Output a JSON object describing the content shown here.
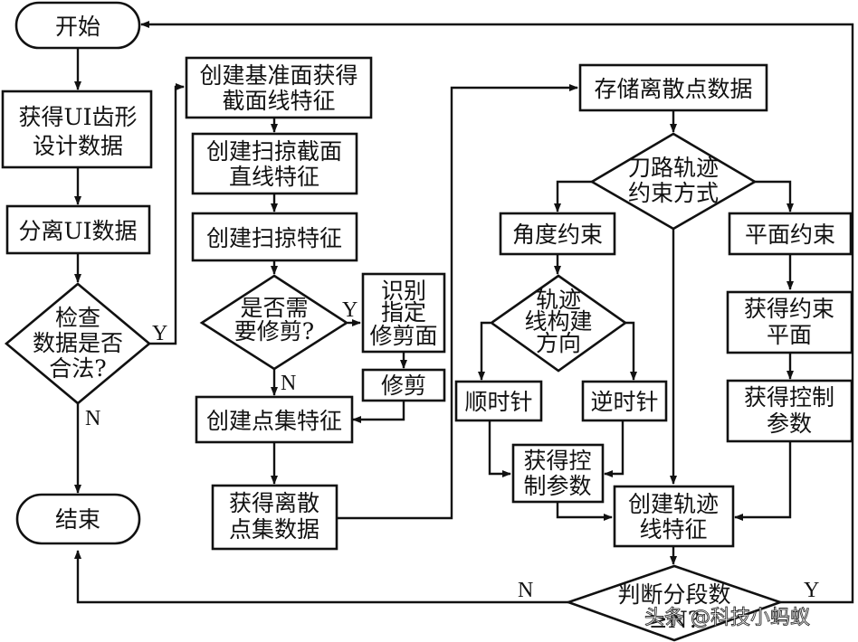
{
  "diagram": {
    "type": "flowchart",
    "colors": {
      "line": "#111111",
      "background": "#ffffff"
    },
    "nodes": {
      "start": {
        "shape": "terminal",
        "lines": [
          "开始"
        ]
      },
      "get_design": {
        "shape": "process",
        "lines": [
          "获得UI齿形",
          "设计数据"
        ]
      },
      "separate": {
        "shape": "process",
        "lines": [
          "分离UI数据"
        ]
      },
      "check_valid": {
        "shape": "decision",
        "lines": [
          "检查",
          "数据是否",
          "合法?"
        ]
      },
      "end": {
        "shape": "terminal",
        "lines": [
          "结束"
        ]
      },
      "datum_plane": {
        "shape": "process",
        "lines": [
          "创建基准面获得",
          "截面线特征"
        ]
      },
      "sweep_line": {
        "shape": "process",
        "lines": [
          "创建扫掠截面",
          "直线特征"
        ]
      },
      "sweep_feature": {
        "shape": "process",
        "lines": [
          "创建扫掠特征"
        ]
      },
      "need_trim": {
        "shape": "decision",
        "lines": [
          "是否需",
          "要修剪?"
        ]
      },
      "identify_face": {
        "shape": "process",
        "lines": [
          "识别",
          "指定",
          "修剪面"
        ]
      },
      "trim": {
        "shape": "process",
        "lines": [
          "修剪"
        ]
      },
      "point_set": {
        "shape": "process",
        "lines": [
          "创建点集特征"
        ]
      },
      "discrete_points": {
        "shape": "process",
        "lines": [
          "获得离散",
          "点集数据"
        ]
      },
      "store_points": {
        "shape": "process",
        "lines": [
          "存储离散点数据"
        ]
      },
      "constraint_mode": {
        "shape": "decision",
        "lines": [
          "刀路轨迹",
          "约束方式"
        ]
      },
      "angle_constraint": {
        "shape": "process",
        "lines": [
          "角度约束"
        ]
      },
      "plane_constraint": {
        "shape": "process",
        "lines": [
          "平面约束"
        ]
      },
      "direction": {
        "shape": "decision",
        "lines": [
          "轨迹",
          "线构建",
          "方向"
        ]
      },
      "clockwise": {
        "shape": "process",
        "lines": [
          "顺时针"
        ]
      },
      "counterclockwise": {
        "shape": "process",
        "lines": [
          "逆时针"
        ]
      },
      "control_params_a": {
        "shape": "process",
        "lines": [
          "获得控",
          "制参数"
        ]
      },
      "get_plane": {
        "shape": "process",
        "lines": [
          "获得约束",
          "平面"
        ]
      },
      "control_params_b": {
        "shape": "process",
        "lines": [
          "获得控制",
          "参数"
        ]
      },
      "trajectory": {
        "shape": "process",
        "lines": [
          "创建轨迹",
          "线特征"
        ]
      },
      "segments": {
        "shape": "decision",
        "lines": [
          "判断分段数",
          "≥N?"
        ]
      }
    },
    "edge_labels": {
      "check_yes": "Y",
      "check_no": "N",
      "trim_yes": "Y",
      "trim_no": "N",
      "segments_no": "N",
      "segments_yes": "Y"
    },
    "watermark": "头条 @科技小蚂蚁"
  }
}
